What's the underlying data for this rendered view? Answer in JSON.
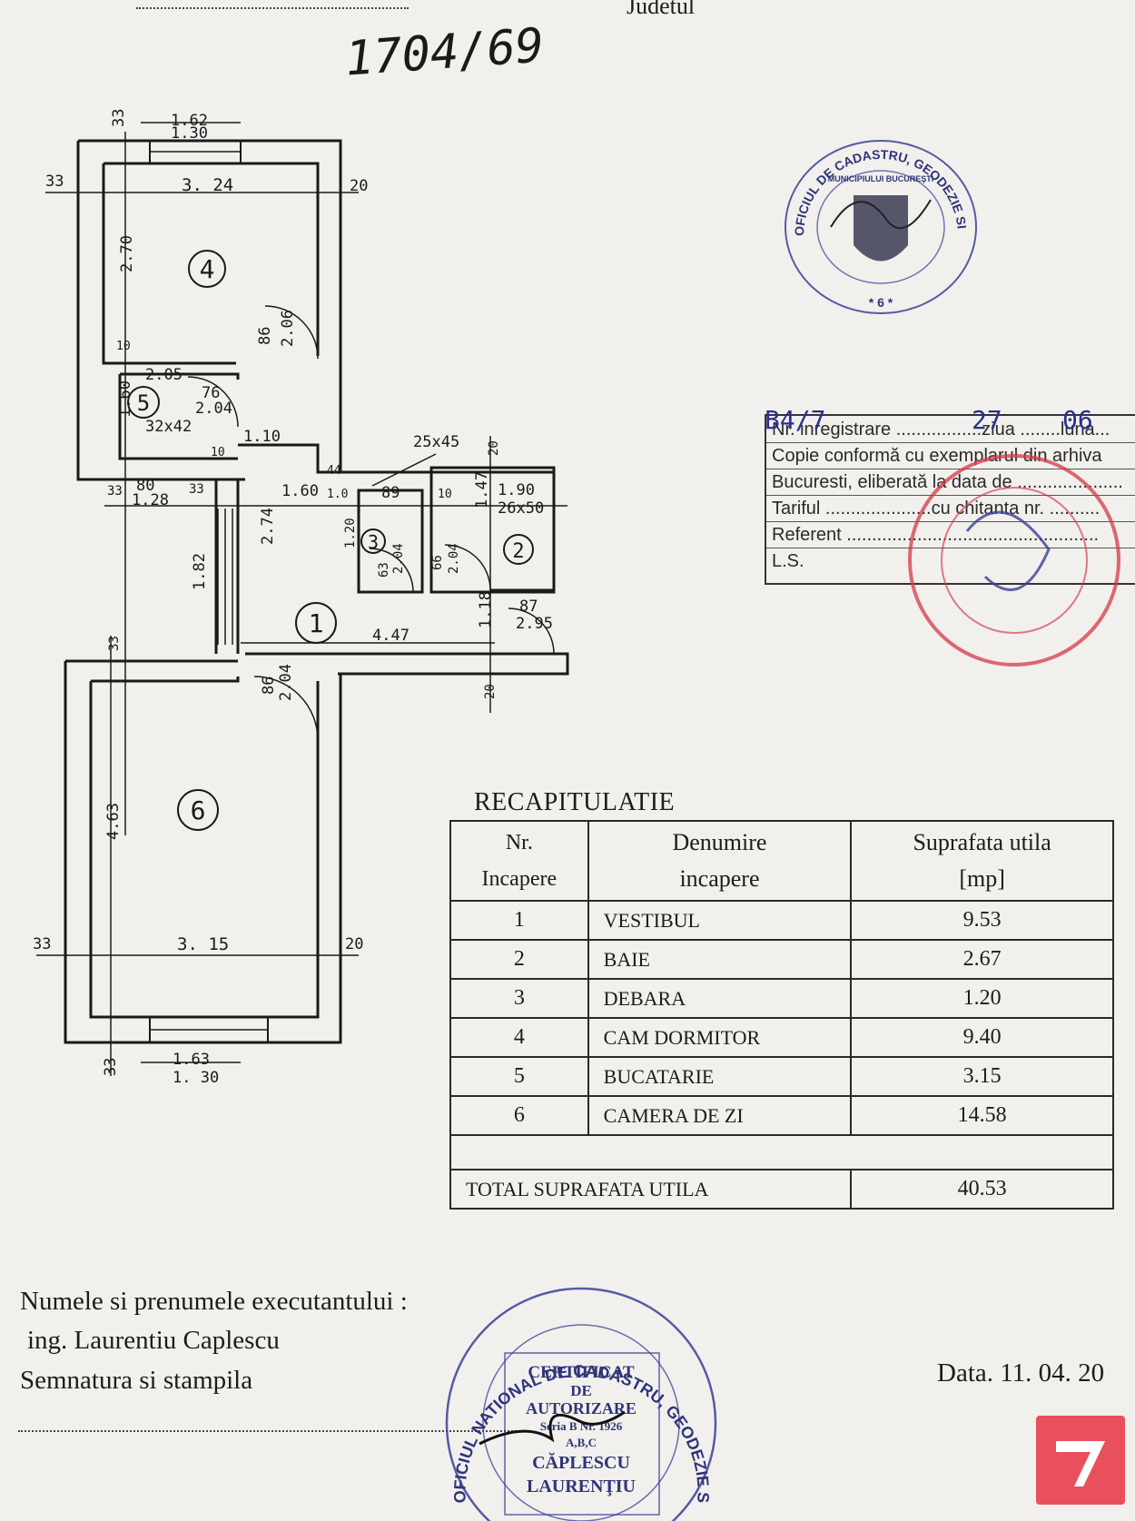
{
  "header": {
    "judet_label": "Judetul",
    "doc_number": "1704/69"
  },
  "plan": {
    "rooms": [
      "1",
      "2",
      "3",
      "4",
      "5",
      "6"
    ],
    "dims": {
      "d_1_62": "1.62",
      "d_1_30_top": "1.30",
      "d_33_a": "33",
      "d_33_b": "33",
      "d_3_24": "3. 24",
      "d_20_a": "20",
      "d_2_70": "2.70",
      "d_10_a": "10",
      "d_86_a": "86",
      "d_2_06": "2.06",
      "d_2_05": "2.05",
      "d_1_60_a": "1.60",
      "d_76": "76",
      "d_2_04_a": "2.04",
      "d_32x42": "32x42",
      "d_1_10": "1.10",
      "d_10_b": "10",
      "d_25x45": "25x45",
      "d_20_b": "20",
      "d_1_90": "1.90",
      "d_44": "44",
      "d_1_0": "1.0",
      "d_89": "89",
      "d_10_c": "10",
      "d_1_47": "1.47",
      "d_26x50": "26x50",
      "d_33_c": "33",
      "d_80": "80",
      "d_1_28": "1.28",
      "d_33_d": "33",
      "d_1_60_b": "1.60",
      "d_2_74": "2.74",
      "d_1_20": "1.20",
      "d_63": "63",
      "d_2_04_b": "2.04",
      "d_66": "66",
      "d_2_04_c": "2.04",
      "d_1_82": "1.82",
      "d_4_47": "4.47",
      "d_1_18": "1.18",
      "d_87": "87",
      "d_2_95": "2.95",
      "d_33_e": "33",
      "d_86_b": "86",
      "d_2_04_d": "2.04",
      "d_20_c": "20",
      "d_4_63": "4.63",
      "d_33_f": "33",
      "d_3_15": "3. 15",
      "d_20_d": "20",
      "d_33_g": "33",
      "d_1_63": "1.63",
      "d_1_30_bottom": "1. 30"
    }
  },
  "stamp_top": {
    "ring_text": "OFICIUL DE CADASTRU, GEODEZIE SI CARTOGRAFIE",
    "inner_text": "MUNICIPIULUI BUCUREŞTI",
    "star_text": "* 6 *"
  },
  "registration": {
    "handwritten_nr": "B4/7",
    "handwritten_day": "27",
    "handwritten_month": "06",
    "rows": [
      "Nr. inregistrare .................ziua ........luna...",
      "Copie conformă cu exemplarul din arhiva",
      "Bucuresti, eliberată la data de .....................",
      "Tariful .....................cu chitanta nr. ..........",
      "Referent ..................................................",
      "L.S."
    ]
  },
  "recap": {
    "title": "RECAPITULATIE",
    "headers": {
      "nr_line1": "Nr.",
      "nr_line2": "Incapere",
      "name_line1": "Denumire",
      "name_line2": "incapere",
      "area_line1": "Suprafata utila",
      "area_line2": "[mp]"
    },
    "rows": [
      {
        "nr": "1",
        "name": "VESTIBUL",
        "area": "9.53"
      },
      {
        "nr": "2",
        "name": "BAIE",
        "area": "2.67"
      },
      {
        "nr": "3",
        "name": "DEBARA",
        "area": "1.20"
      },
      {
        "nr": "4",
        "name": "CAM DORMITOR",
        "area": "9.40"
      },
      {
        "nr": "5",
        "name": "BUCATARIE",
        "area": "3.15"
      },
      {
        "nr": "6",
        "name": "CAMERA DE ZI",
        "area": "14.58"
      }
    ],
    "total_label": "TOTAL  SUPRAFATA  UTILA",
    "total_value": "40.53"
  },
  "footer": {
    "executant_label": "Numele si prenumele executantului :",
    "executant_name": "ing. Laurentiu Caplescu",
    "signature_label": "Semnatura si stampila",
    "date_label": "Data. 11. 04. 20"
  },
  "stamp_bottom": {
    "ring_text": "OFICIUL NATIONAL DE CADASTRU, GEODEZIE SI CARTOGRAFIE",
    "line1": "CERTIFICAT",
    "line2": "DE",
    "line3": "AUTORIZARE",
    "line4": "Seria B Nr. 1926",
    "line5": "A,B,C",
    "line6": "CĂPLESCU",
    "line7": "LAURENŢIU"
  },
  "colors": {
    "paper": "#f1f0ec",
    "ink": "#1c1c1c",
    "stamp_red": "#d4384a",
    "stamp_blue": "#3a3f98",
    "logo": "#e8505b"
  }
}
